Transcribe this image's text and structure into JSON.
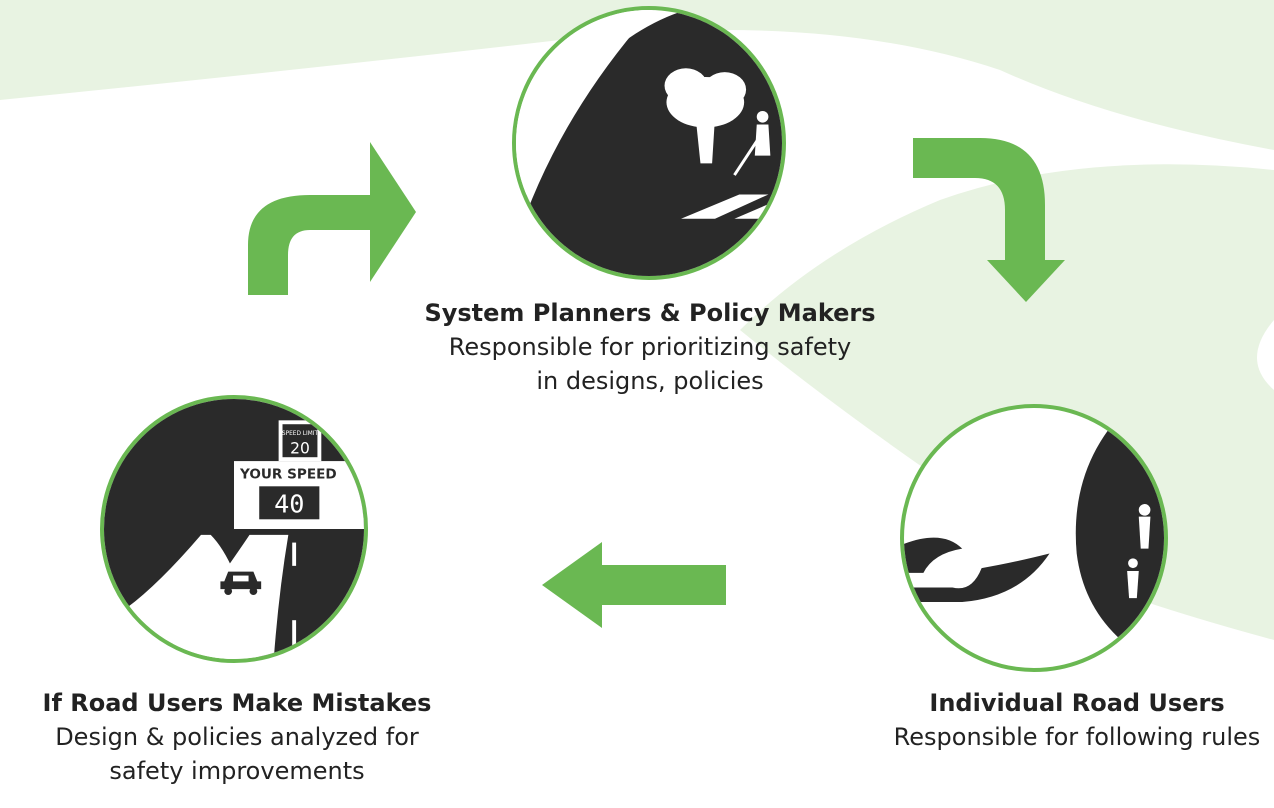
{
  "colors": {
    "accent": "#6ab852",
    "background_swoosh": "#e8f3e2",
    "icon": "#2a2a2a"
  },
  "nodes": {
    "planners": {
      "title": "System Planners & Policy Makers",
      "line1": "Responsible for prioritizing safety",
      "line2": "in designs, policies",
      "icon": "tree-crosswalk-pedestrian-icon"
    },
    "users": {
      "title": "Individual Road Users",
      "line1": "Responsible for following rules",
      "icon": "road-pedestrian-icon"
    },
    "mistakes": {
      "title": "If Road Users Make Mistakes",
      "line1": "Design & policies analyzed for",
      "line2": "safety improvements",
      "icon": "speed-sign-car-icon",
      "sign_limit_label": "SPEED LIMIT",
      "sign_limit_value": "20",
      "sign_speed_label": "YOUR SPEED",
      "sign_speed_value": "40"
    }
  }
}
